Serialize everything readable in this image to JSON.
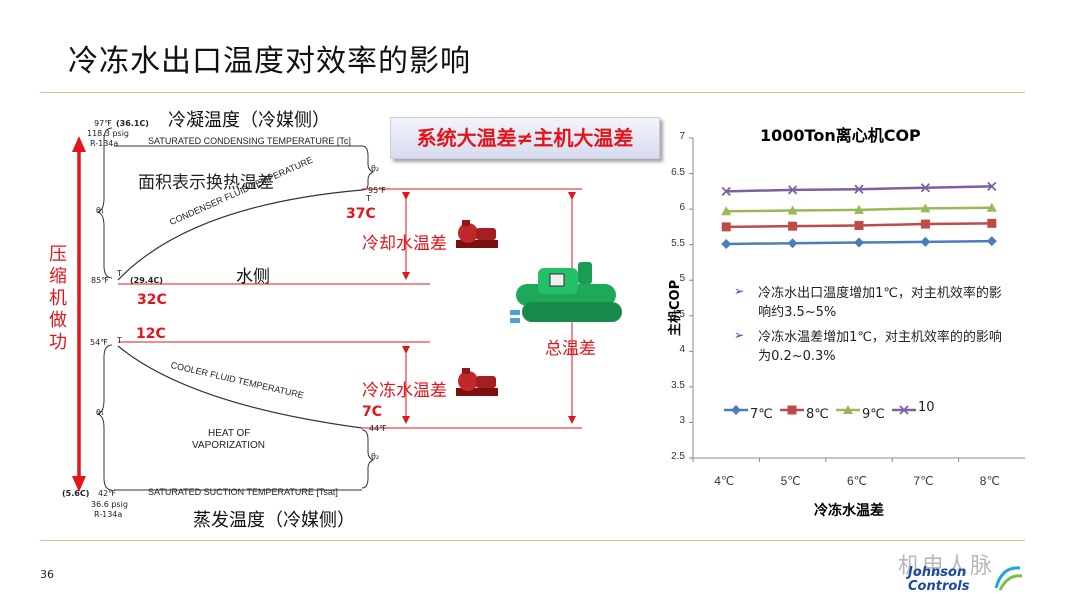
{
  "slide": {
    "title": "冷冻水出口温度对效率的影响",
    "page_number": "36"
  },
  "diagram": {
    "top_heading": "冷凝温度（冷媒侧）",
    "bottom_heading": "蒸发温度（冷媒侧）",
    "area_note": "面积表示换热温差",
    "water_side": "水侧",
    "compressor_work_chars": [
      "压",
      "缩",
      "机",
      "做",
      "功"
    ],
    "banner": "系统大温差≠主机大温差",
    "cooling_water_dt": "冷却水温差",
    "chilled_water_dt": "冷冻水温差",
    "total_dt": "总温差",
    "temps": {
      "t37": "37C",
      "t32": "32C",
      "t12": "12C",
      "t7": "7C"
    },
    "small_labels": {
      "cond_f": "97℉",
      "cond_c": "(36.1C)",
      "cond_psig": "118.3 psig",
      "refrigerant_top": "R-134a",
      "f95": "95℉",
      "f85": "85℉",
      "c294": "(29.4C)",
      "f54": "54℉",
      "f44": "44℉",
      "f42": "42℉",
      "c56": "(5.6C)",
      "evap_psig": "36.6 psig",
      "refrigerant_bottom": "R-134a",
      "theta1_top": "θ₁",
      "theta2_top": "θ₂",
      "theta1_bottom": "θ₁",
      "theta2_bottom": "θ₂",
      "t_mark": "T",
      "sct": "SATURATED CONDENSING TEMPERATURE  [Tc]",
      "cft": "CONDENSER FLUID TEMPERATURE",
      "coolft": "COOLER FLUID TEMPERATURE",
      "heat_vap_1": "HEAT OF",
      "heat_vap_2": "VAPORIZATION",
      "sst": "SATURATED SUCTION TEMPERATURE [Tsat]"
    }
  },
  "chart_data": {
    "type": "line",
    "title": "1000Ton离心机COP",
    "xlabel": "冷冻水温差",
    "ylabel": "主机COP",
    "categories": [
      "4℃",
      "5℃",
      "6℃",
      "7℃",
      "8℃"
    ],
    "ylim": [
      2.5,
      7
    ],
    "yticks": [
      "2.5",
      "3",
      "3.5",
      "4",
      "4.5",
      "5",
      "5.5",
      "6",
      "6.5",
      "7"
    ],
    "grid": false,
    "legend": "bottom-left",
    "series": [
      {
        "name": "7℃",
        "color": "#4a7ebb",
        "marker": "diamond",
        "values": [
          5.51,
          5.52,
          5.53,
          5.54,
          5.55
        ]
      },
      {
        "name": "8℃",
        "color": "#be4b48",
        "marker": "square",
        "values": [
          5.75,
          5.76,
          5.77,
          5.79,
          5.8
        ]
      },
      {
        "name": "9℃",
        "color": "#98b954",
        "marker": "triangle",
        "values": [
          5.97,
          5.98,
          5.99,
          6.01,
          6.02
        ]
      },
      {
        "name": "10",
        "color": "#7d60a0",
        "marker": "x",
        "values": [
          6.25,
          6.27,
          6.28,
          6.3,
          6.32
        ]
      }
    ],
    "notes": [
      "冷冻水出口温度增加1℃，对主机效率的影响约3.5~5%",
      "冷冻水温差增加1℃，对主机效率的的影响为0.2~0.3%"
    ]
  },
  "branding": {
    "watermark": "机电人脉",
    "brand_line1": "Johnson",
    "brand_line2": "Controls"
  }
}
